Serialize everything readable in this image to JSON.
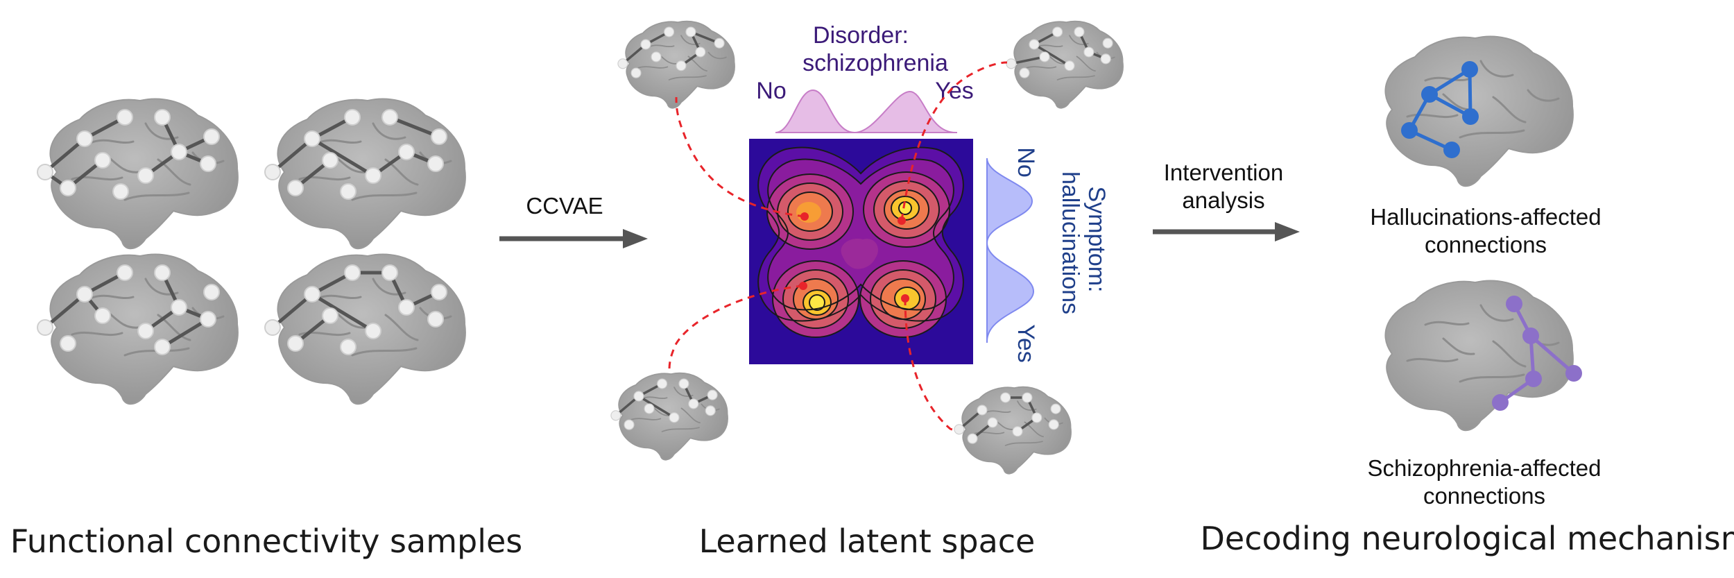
{
  "sections": {
    "samples_title": "Functional connectivity samples",
    "latent_title": "Learned latent space",
    "decoding_title": "Decoding neurological mechanisms"
  },
  "arrows": {
    "ccvae": "CCVAE",
    "intervention_line1": "Intervention",
    "intervention_line2": "analysis"
  },
  "latent": {
    "disorder_line1": "Disorder:",
    "disorder_line2": "schizophrenia",
    "disorder_no": "No",
    "disorder_yes": "Yes",
    "symptom_line1": "Symptom:",
    "symptom_line2": "hallucinations",
    "symptom_no": "No",
    "symptom_yes": "Yes"
  },
  "outputs": {
    "halluc_line1": "Hallucinations-affected",
    "halluc_line2": "connections",
    "schizo_line1": "Schizophrenia-affected",
    "schizo_line2": "connections"
  },
  "colors": {
    "brain": "#a6a6a6",
    "disorder_text": "#3b1a78",
    "disorder_curve": "#d9a6d9",
    "symptom_text": "#1f3f8a",
    "symptom_curve": "#a9b0f7",
    "hallucinations_network": "#2f6fce",
    "schizophrenia_network": "#8c70c9",
    "link_line": "#e8242a"
  }
}
